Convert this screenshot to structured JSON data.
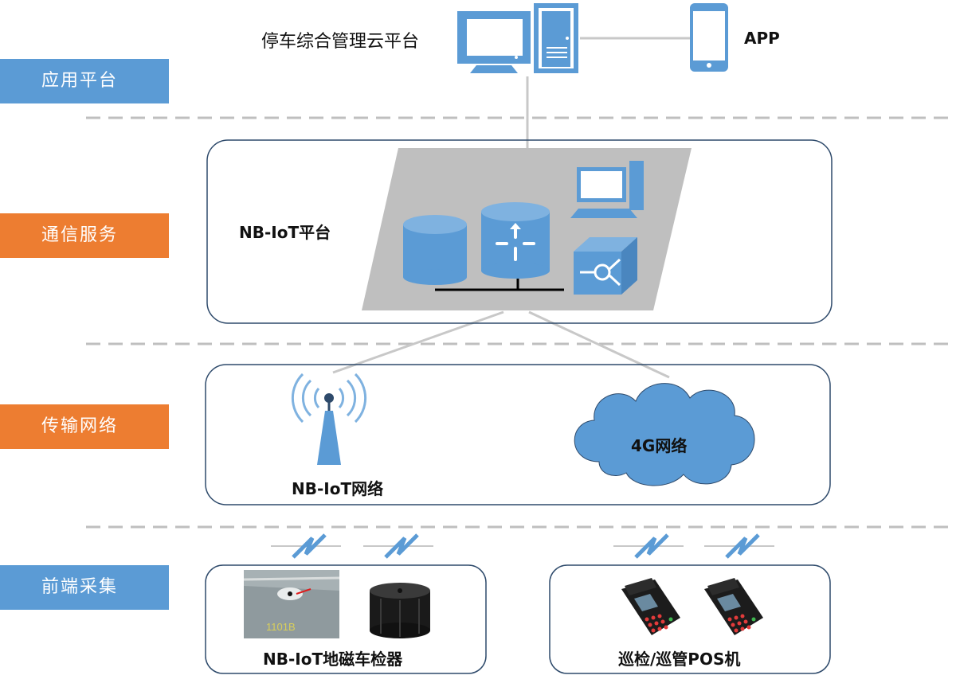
{
  "layers": {
    "application": {
      "label": "应用平台",
      "color": "#5b9bd5"
    },
    "communication": {
      "label": "通信服务",
      "color": "#ed7d31"
    },
    "transmission": {
      "label": "传输网络",
      "color": "#ed7d31"
    },
    "collection": {
      "label": "前端采集",
      "color": "#5b9bd5"
    }
  },
  "nodes": {
    "cloud_platform": "停车综合管理云平台",
    "app": "APP",
    "nbiot_platform": "NB-IoT平台",
    "nbiot_network": "NB-IoT网络",
    "network_4g": "4G网络",
    "geomagnetic_detector": "NB-IoT地磁车检器",
    "pos": "巡检/巡管POS机",
    "parking_marking": "1101B"
  },
  "icons": [
    "desktop-computer-icon",
    "server-tower-icon",
    "smartphone-icon",
    "database-icon",
    "router-icon",
    "pc-workstation-icon",
    "switch-icon",
    "radio-tower-icon",
    "cloud-icon",
    "wireless-signal-icon",
    "geomagnetic-sensor-icon",
    "pos-terminal-icon"
  ],
  "colors": {
    "accent_blue": "#5b9bd5",
    "accent_orange": "#ed7d31",
    "platform_gray": "#bfbfbf"
  }
}
